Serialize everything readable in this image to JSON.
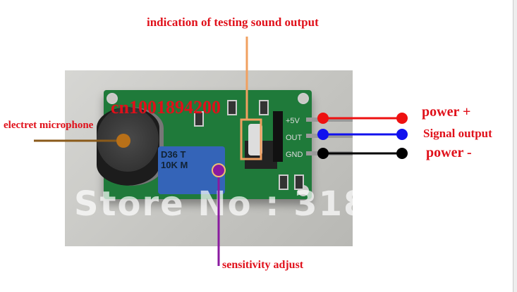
{
  "labels": {
    "top": "indication of testing sound output",
    "mic": "electret microphone",
    "sensitivity": "sensitivity adjust",
    "power_plus": "power +",
    "signal": "Signal output",
    "power_minus": "power -"
  },
  "board": {
    "pin_plus": "+5V",
    "pin_out": "OUT",
    "pin_gnd": "GND",
    "pot_line1": "D36 T",
    "pot_line2": "10K M"
  },
  "watermark": "Store No : 318",
  "id_watermark": "cn1001894200",
  "colors": {
    "label": "#e0101a",
    "power_plus": "#ee1111",
    "signal": "#1111ee",
    "power_minus": "#000000",
    "mic_pointer": "#8a5a1a",
    "led_pointer": "#f0a060",
    "pot_pointer": "#8a1aa0"
  }
}
